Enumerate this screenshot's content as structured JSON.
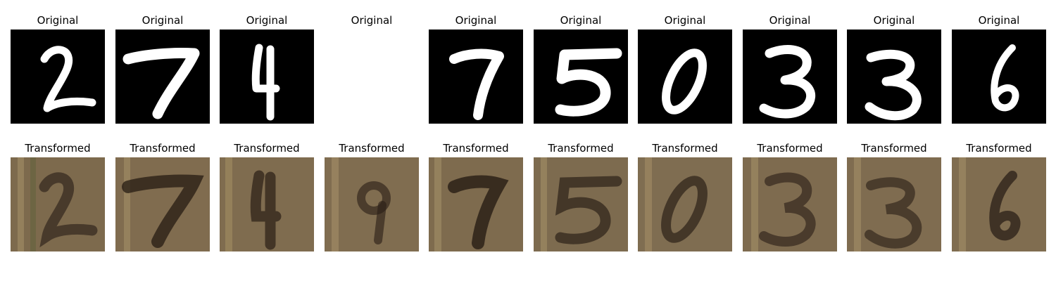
{
  "original_label": "Original",
  "transformed_label": "Transformed",
  "digits": [
    "2",
    "7",
    "4",
    "9",
    "7",
    "5",
    "0",
    "3",
    "3",
    "6"
  ]
}
